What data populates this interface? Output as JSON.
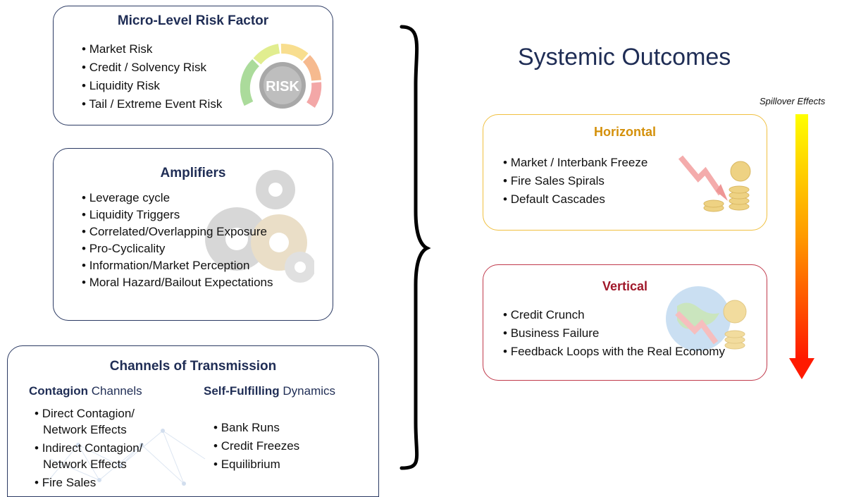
{
  "micro": {
    "title": "Micro-Level Risk Factor",
    "items": [
      "Market Risk",
      "Credit / Solvency Risk",
      "Liquidity Risk",
      "Tail / Extreme Event Risk"
    ],
    "gauge_label": "RISK"
  },
  "amplifiers": {
    "title": "Amplifiers",
    "items": [
      "Leverage cycle",
      "Liquidity Triggers",
      "Correlated/Overlapping Exposure",
      "Pro-Cyclicality",
      "Information/Market Perception",
      "Moral Hazard/Bailout Expectations"
    ]
  },
  "channels": {
    "title": "Channels of Transmission",
    "contagion": {
      "title_bold": "Contagion",
      "title_rest": " Channels",
      "items": [
        "Direct Contagion/ Network Effects",
        "Indirect Contagion/ Network Effects",
        "Fire Sales"
      ]
    },
    "self": {
      "title_bold": "Self-Fulfilling",
      "title_rest": " Dynamics",
      "items": [
        "Bank Runs",
        "Credit Freezes",
        "Equilibrium"
      ]
    }
  },
  "outcomes": {
    "title": "Systemic Outcomes",
    "spillover": "Spillover Effects",
    "horizontal": {
      "title": "Horizontal",
      "items": [
        "Market / Interbank Freeze",
        "Fire Sales Spirals",
        "Default Cascades"
      ]
    },
    "vertical": {
      "title": "Vertical",
      "items": [
        "Credit Crunch",
        "Business Failure",
        "Feedback Loops with the Real Economy"
      ]
    }
  },
  "colors": {
    "border_dark": "#2b3a63",
    "horizontal_border": "#f0c040",
    "horizontal_title": "#d4900a",
    "vertical_border": "#c0394b",
    "vertical_title": "#a0182a"
  }
}
